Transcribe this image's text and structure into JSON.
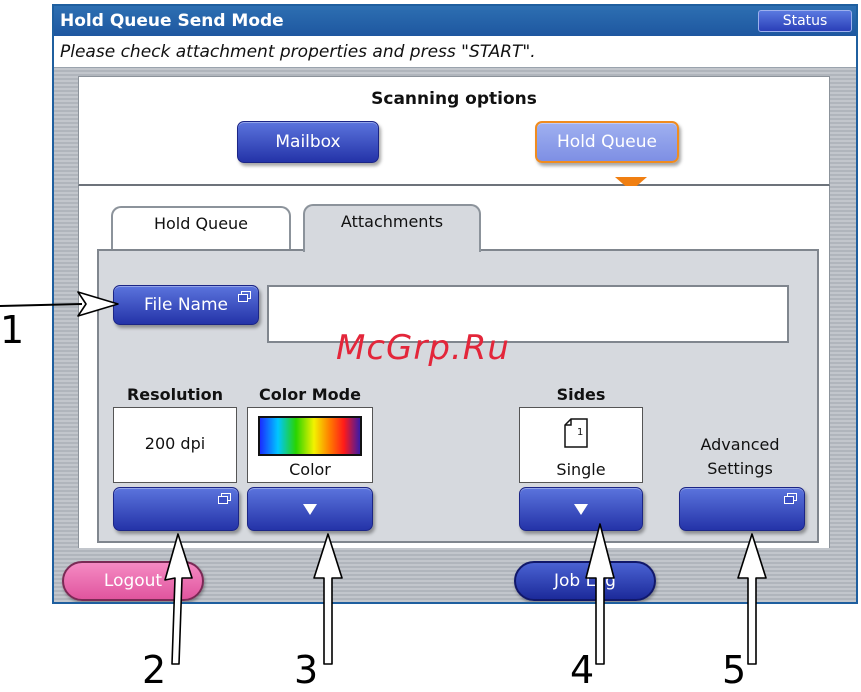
{
  "titlebar": {
    "title": "Hold Queue Send Mode",
    "status_label": "Status"
  },
  "message": "Please check attachment properties and press \"START\".",
  "scanning_options": {
    "title": "Scanning options",
    "buttons": [
      {
        "label": "Mailbox"
      },
      {
        "label": "Hold Queue",
        "selected": true
      }
    ]
  },
  "tabs": [
    {
      "label": "Hold Queue",
      "active": false
    },
    {
      "label": "Attachments",
      "active": true
    }
  ],
  "attachments": {
    "file_name_label": "File Name",
    "file_name_value": "",
    "resolution": {
      "label": "Resolution",
      "value": "200 dpi"
    },
    "color_mode": {
      "label": "Color Mode",
      "value": "Color"
    },
    "sides": {
      "label": "Sides",
      "value": "Single",
      "page_number": "1"
    },
    "advanced": {
      "line1": "Advanced",
      "line2": "Settings"
    }
  },
  "footer": {
    "logout_label": "Logout",
    "job_log_label": "Job Log"
  },
  "watermark": "McGrp.Ru",
  "callouts": [
    "1",
    "2",
    "3",
    "4",
    "5"
  ],
  "colors": {
    "title_bar": "#1e57a0",
    "button_blue": "#2433a8",
    "selected_outline": "#f08c1f",
    "logout_pink": "#e0559e",
    "watermark_red": "#e3263a"
  }
}
